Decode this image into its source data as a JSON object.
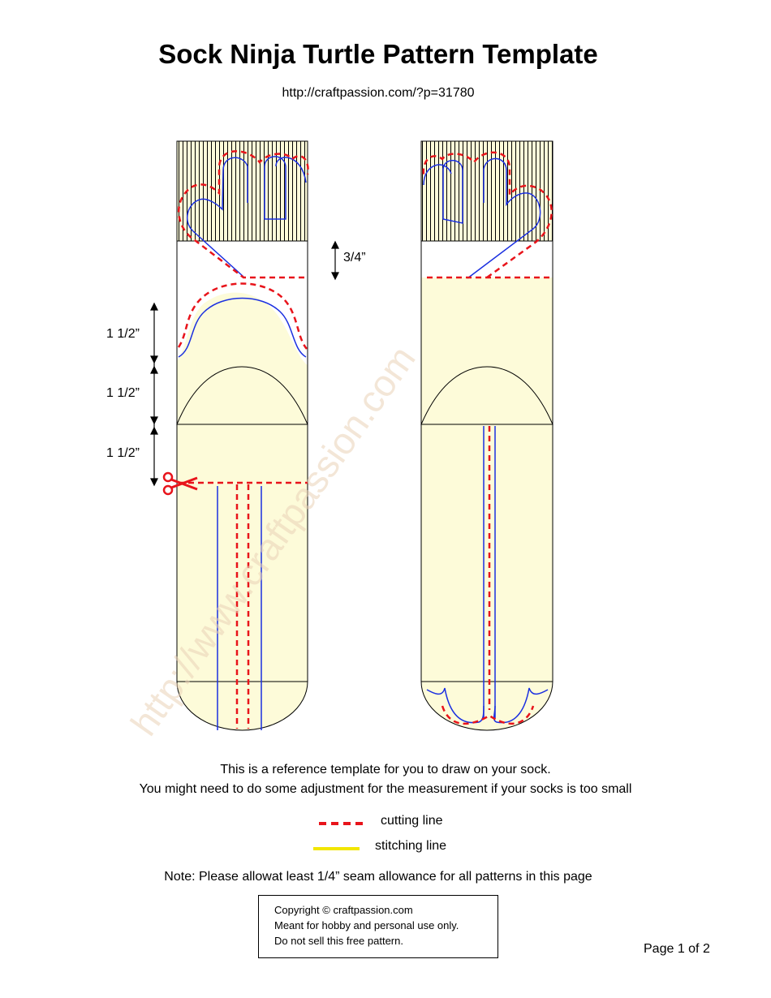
{
  "title": "Sock Ninja Turtle Pattern Template",
  "url": "http://craftpassion.com/?p=31780",
  "dimensions": {
    "head_gap": "3/4”",
    "section_1": "1 1/2”",
    "section_2": "1 1/2”",
    "section_3": "1 1/2”"
  },
  "description": {
    "line1": "This is a reference template for you to draw on your sock.",
    "line2": "You might need to do some adjustment for the measurement if your socks is too small"
  },
  "legend": {
    "cutting": "cutting line",
    "stitching": "stitching line"
  },
  "note": "Note: Please allowat least 1/4” seam allowance for all patterns in this page",
  "copyright": {
    "line1": "Copyright © craftpassion.com",
    "line2": "Meant for hobby and personal use only.",
    "line3": "Do not sell this free pattern."
  },
  "page_number": "Page 1 of  2",
  "watermark": "http://www.craftpassion.com",
  "colors": {
    "sock_fill": "#fdfbd9",
    "cutting_line": "#e8141b",
    "draw_line": "#1a2fe0",
    "stitching_line": "#f2e600"
  }
}
